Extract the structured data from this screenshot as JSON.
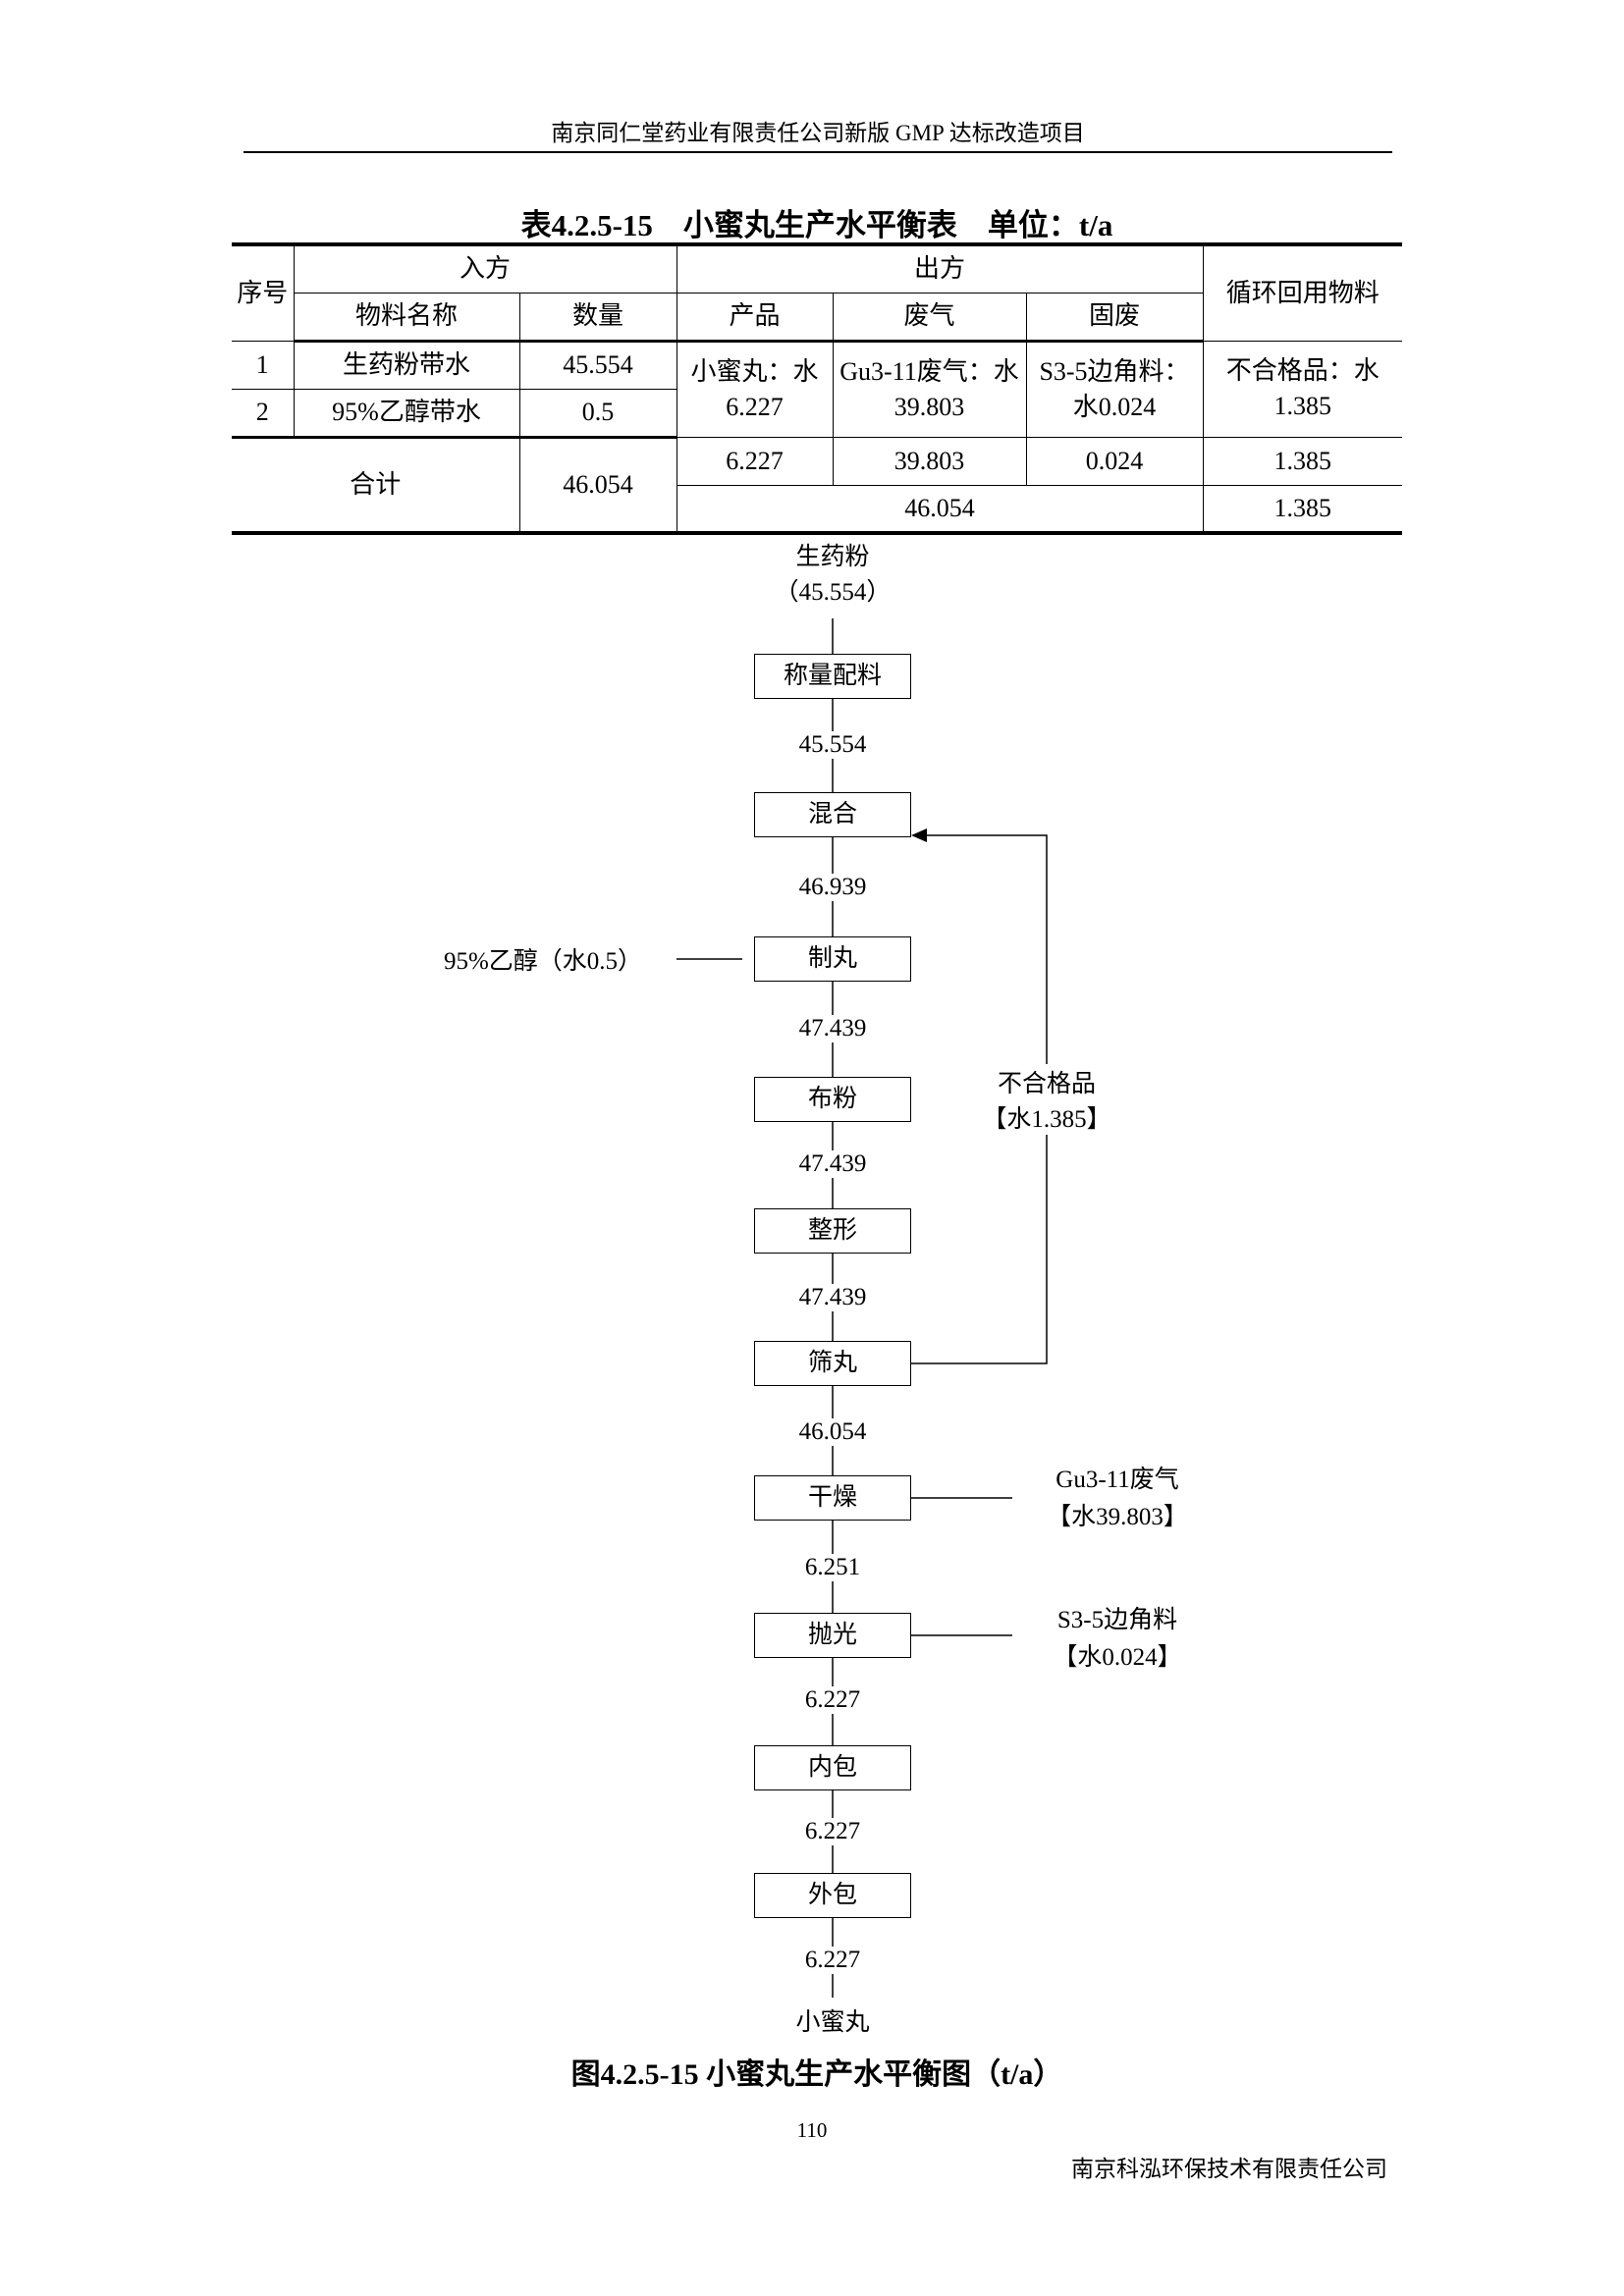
{
  "header": "南京同仁堂药业有限责任公司新版 GMP 达标改造项目",
  "table": {
    "title": "表4.2.5-15　小蜜丸生产水平衡表　单位：t/a",
    "h_seq": "序号",
    "h_in": "入方",
    "h_out": "出方",
    "h_recycle": "循环回用物料",
    "h_material": "物料名称",
    "h_qty": "数量",
    "h_product": "产品",
    "h_gas": "废气",
    "h_solid": "固废",
    "rows": [
      {
        "seq": "1",
        "material": "生药粉带水",
        "qty": "45.554"
      },
      {
        "seq": "2",
        "material": "95%乙醇带水",
        "qty": "0.5"
      }
    ],
    "product": "小蜜丸：水6.227",
    "gas": "Gu3-11废气：水39.803",
    "solid": "S3-5边角料：水0.024",
    "recycle": "不合格品：水1.385",
    "total_label": "合计",
    "total_in": "46.054",
    "total_product": "6.227",
    "total_gas": "39.803",
    "total_solid": "0.024",
    "total_recycle": "1.385",
    "total_out": "46.054",
    "total_recycle2": "1.385"
  },
  "diagram": {
    "input": "生药粉",
    "input_qty": "（45.554）",
    "steps": [
      "称量配料",
      "混合",
      "制丸",
      "布粉",
      "整形",
      "筛丸",
      "干燥",
      "抛光",
      "内包",
      "外包"
    ],
    "flows": [
      "45.554",
      "46.939",
      "47.439",
      "47.439",
      "47.439",
      "46.054",
      "6.251",
      "6.227",
      "6.227",
      "6.227"
    ],
    "output": "小蜜丸",
    "ethanol": "95%乙醇（水0.5）",
    "reject_label": "不合格品",
    "reject_qty": "【水1.385】",
    "gas_label": "Gu3-11废气",
    "gas_qty": "【水39.803】",
    "solid_label": "S3-5边角料",
    "solid_qty": "【水0.024】"
  },
  "caption": "图4.2.5-15  小蜜丸生产水平衡图（t/a）",
  "page_number": "110",
  "footer": "南京科泓环保技术有限责任公司"
}
